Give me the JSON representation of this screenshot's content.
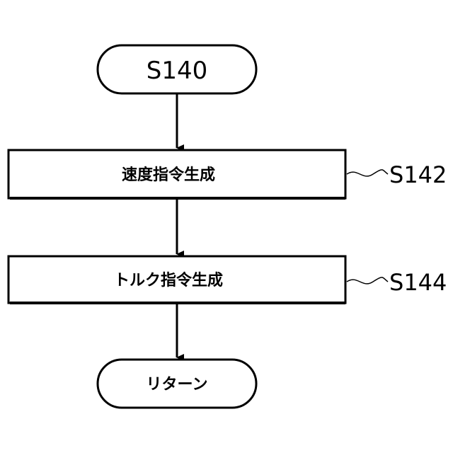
{
  "start_terminal": {
    "label": "S140"
  },
  "steps": [
    {
      "label": "速度指令生成",
      "ref": "S142"
    },
    {
      "label": "トルク指令生成",
      "ref": "S144"
    }
  ],
  "end_terminal": {
    "label": "リターン"
  }
}
